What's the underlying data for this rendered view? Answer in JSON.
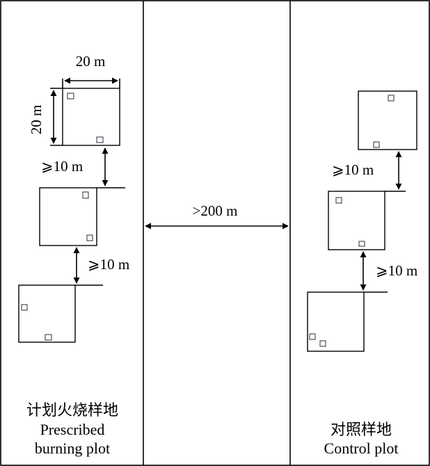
{
  "labels": {
    "width": "20 m",
    "height": "20 m",
    "spacing": "⩾10 m",
    "separation": ">200 m"
  },
  "captions": {
    "burn_zh": "计划火烧样地",
    "burn_en_1": "Prescribed",
    "burn_en_2": "burning plot",
    "control_zh": "对照样地",
    "control_en": "Control plot"
  }
}
